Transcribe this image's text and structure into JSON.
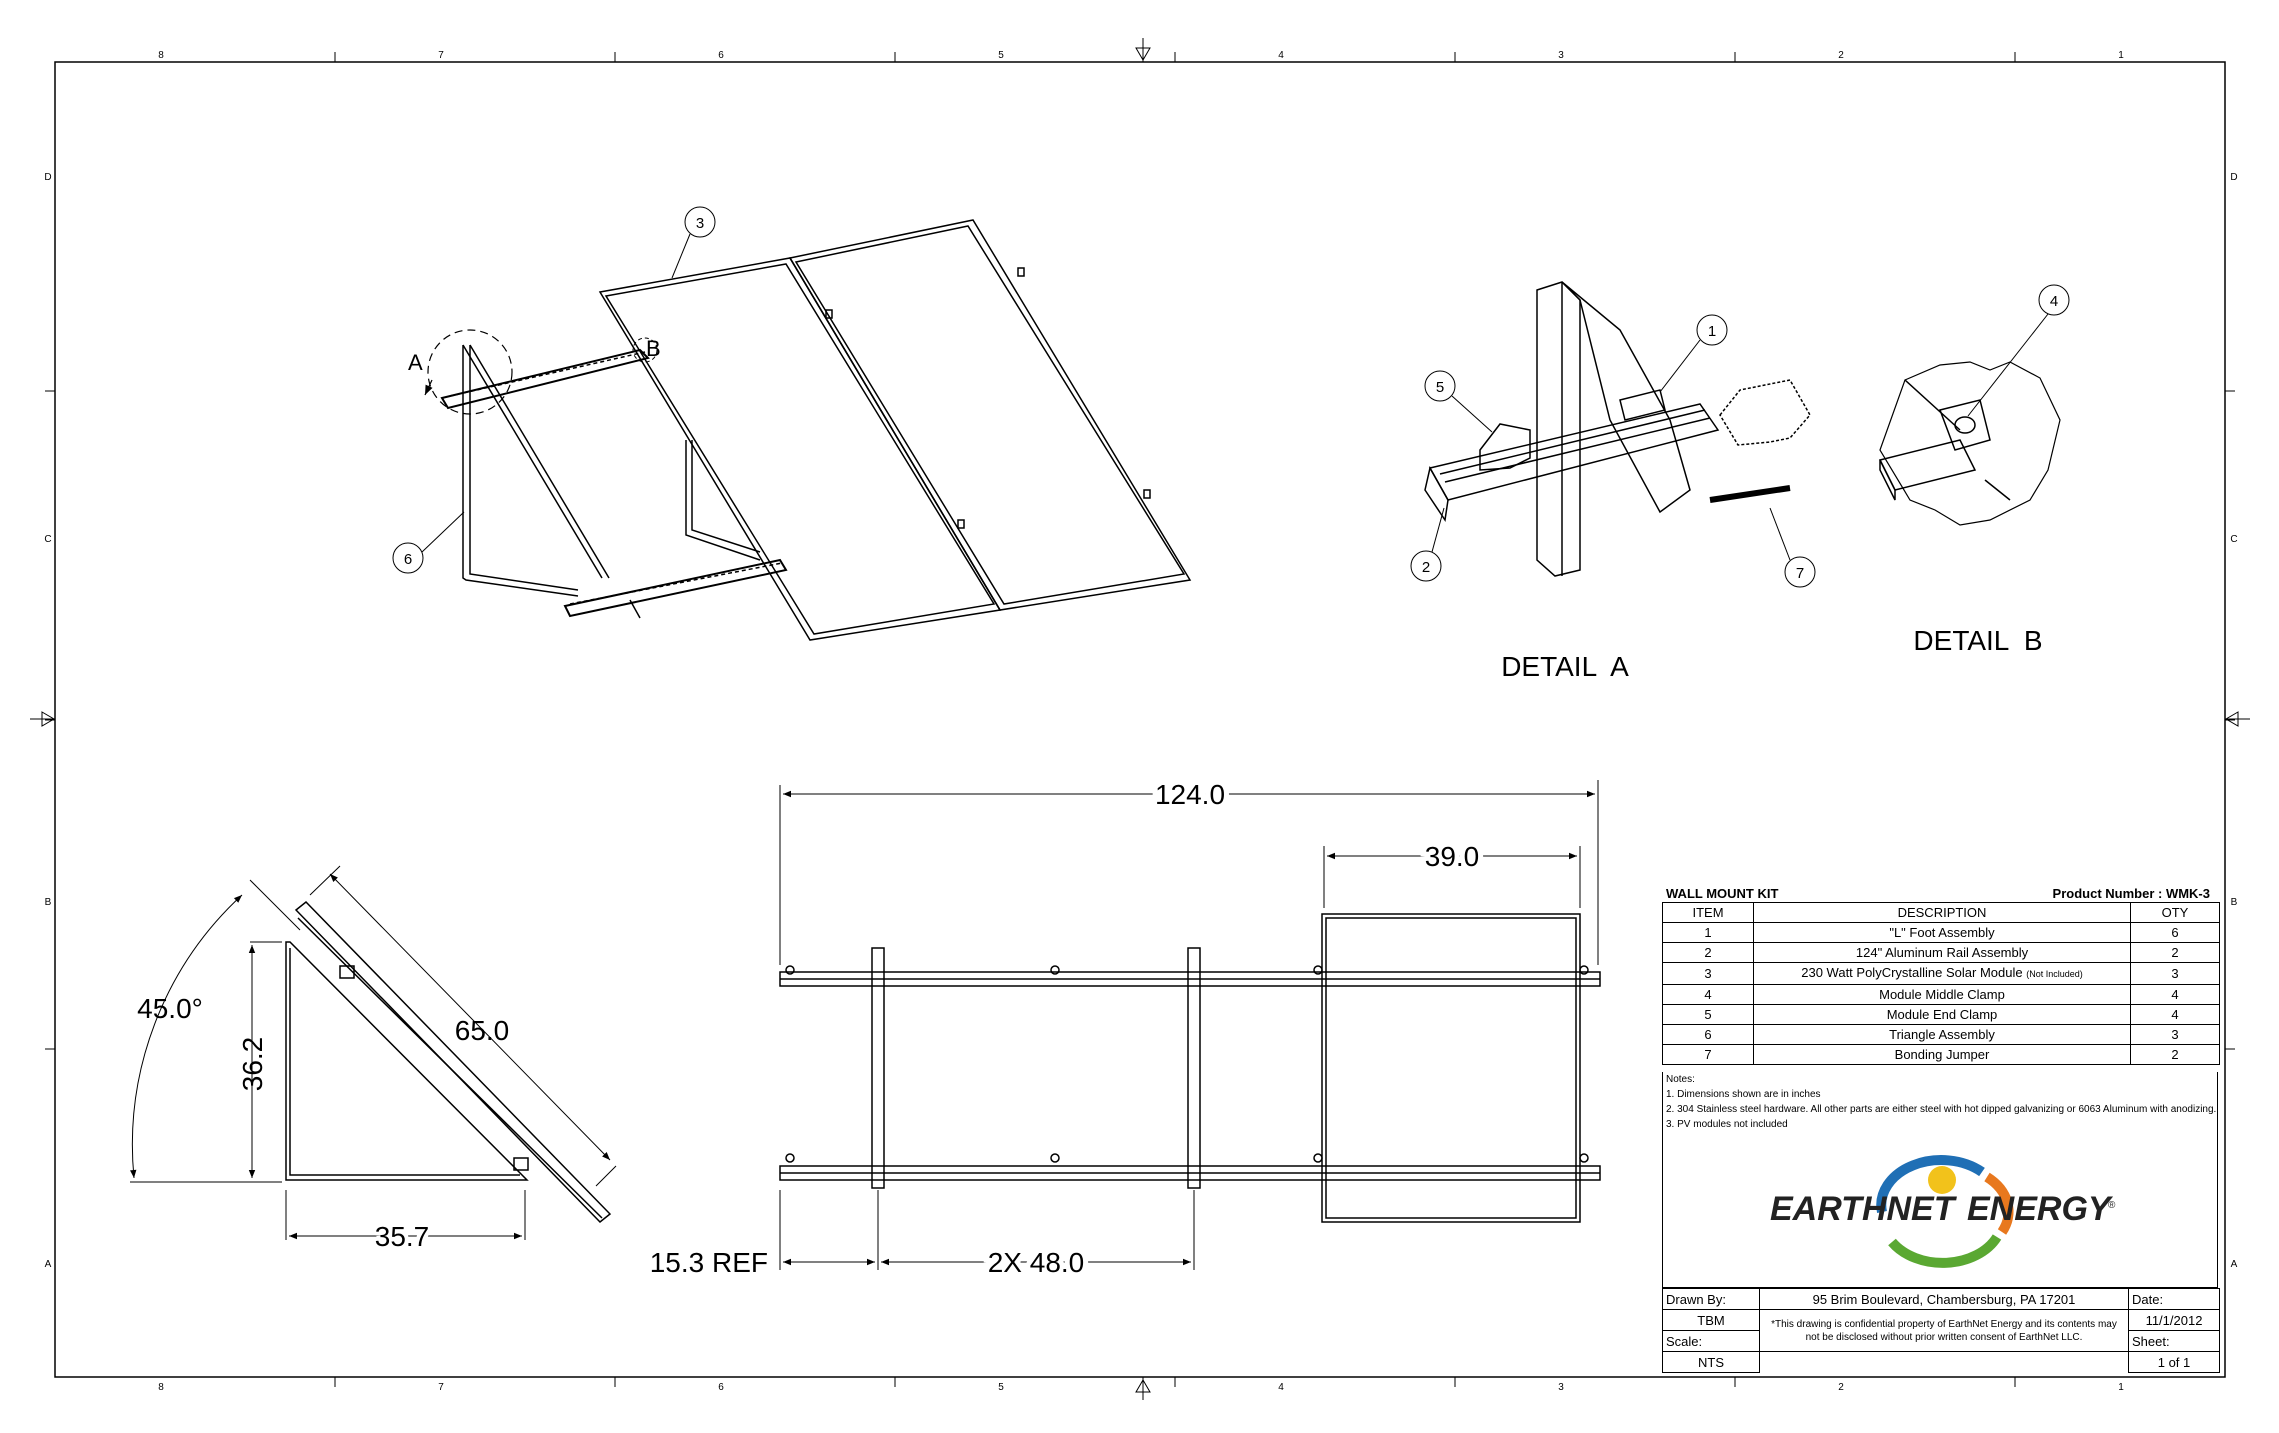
{
  "border": {
    "col_labels": [
      "8",
      "7",
      "6",
      "5",
      "4",
      "3",
      "2",
      "1"
    ],
    "row_labels": [
      "D",
      "C",
      "B",
      "A"
    ]
  },
  "callouts": [
    "1",
    "2",
    "3",
    "4",
    "5",
    "6",
    "7"
  ],
  "labels": {
    "detail_a_marker": "A",
    "detail_b_marker": "B",
    "detail_a": "DETAIL  A",
    "detail_b": "DETAIL  B"
  },
  "dimensions": {
    "overall_length": "124.0",
    "module_width": "39.0",
    "angle": "45.0°",
    "height": "36.2",
    "rail_length": "65.0",
    "base": "35.7",
    "offset": "15.3 REF",
    "spacing": "2X 48.0"
  },
  "title_block": {
    "kit_name": "WALL MOUNT KIT",
    "product_number": "Product Number : WMK-3",
    "headers": {
      "item": "ITEM",
      "description": "DESCRIPTION",
      "qty": "OTY"
    },
    "parts": [
      {
        "item": "1",
        "description": "\"L\" Foot Assembly",
        "note": "",
        "qty": "6"
      },
      {
        "item": "2",
        "description": "124\" Aluminum Rail Assembly",
        "note": "",
        "qty": "2"
      },
      {
        "item": "3",
        "description": "230 Watt PolyCrystalline Solar Module ",
        "note": "(Not Included)",
        "qty": "3"
      },
      {
        "item": "4",
        "description": "Module Middle Clamp",
        "note": "",
        "qty": "4"
      },
      {
        "item": "5",
        "description": "Module End Clamp",
        "note": "",
        "qty": "4"
      },
      {
        "item": "6",
        "description": "Triangle Assembly",
        "note": "",
        "qty": "3"
      },
      {
        "item": "7",
        "description": "Bonding Jumper",
        "note": "",
        "qty": "2"
      }
    ],
    "notes_title": "Notes:",
    "notes": [
      "1. Dimensions shown are in inches",
      "2. 304 Stainless steel hardware.   All other parts are either steel with hot dipped galvanizing or 6063 Aluminum with anodizing.",
      "3. PV modules not included"
    ],
    "logo_text_1": "EARTHNET",
    "logo_text_2": "ENERGY",
    "logo_reg": "®",
    "drawn_by_label": "Drawn By:",
    "drawn_by": "TBM",
    "address": "95 Brim Boulevard, Chambersburg, PA 17201",
    "date_label": "Date:",
    "date": "11/1/2012",
    "scale_label": "Scale:",
    "scale": "NTS",
    "confidential": "*This drawing is confidential property of EarthNet Energy and its contents may not be disclosed without prior written consent of EarthNet LLC.",
    "sheet_label": "Sheet:",
    "sheet": "1 of 1"
  },
  "colors": {
    "line": "#000000",
    "logo_blue": "#1f6fb5",
    "logo_green": "#5aa832",
    "logo_yellow": "#f2c21b",
    "logo_orange": "#e8781e"
  }
}
